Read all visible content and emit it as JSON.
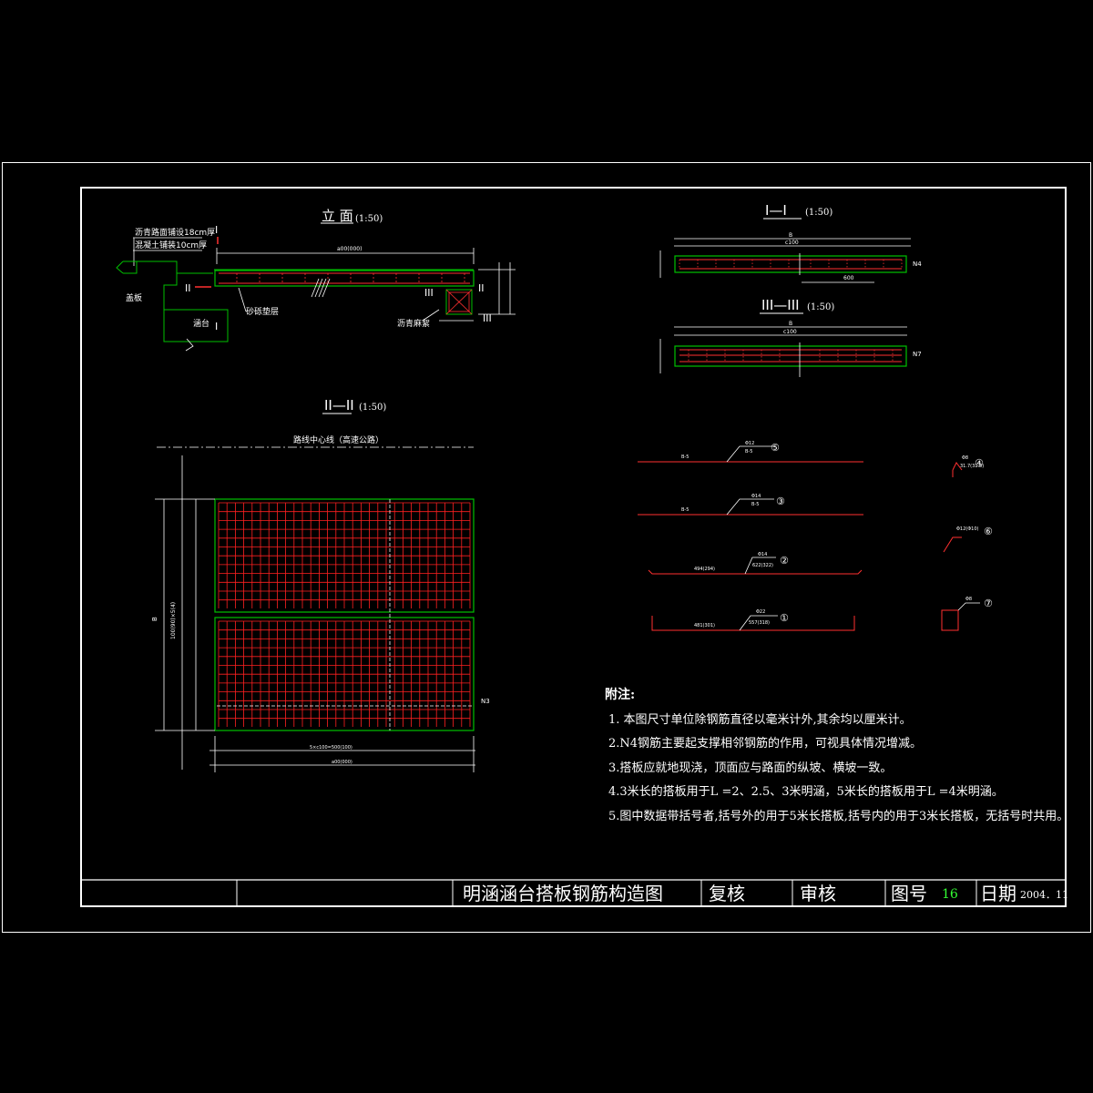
{
  "colors": {
    "background": "#000000",
    "frame": "#ffffff",
    "outline": "#00c000",
    "rebar": "#ff2020",
    "dim": "#ffffff",
    "sheet_no": "#33ff33"
  },
  "elevation": {
    "title": "立 面",
    "scale": "(1:50)",
    "label_layer1": "沥青路面铺设18cm厚",
    "label_layer2": "混凝土铺装10cm厚",
    "label_abutment_cap": "盖板",
    "label_abutment": "涵台",
    "label_section_I": "I",
    "label_section_II": "II",
    "label_section_III": "III",
    "label_gravel": "砂砾垫层",
    "label_asphalt": "沥青麻絮",
    "dim_top": "a00(000)"
  },
  "section_1": {
    "title": "I—I",
    "scale": "(1:50)",
    "dim_top": "B",
    "dim_inner": "c100",
    "dim_bot": "600",
    "tag": "N4"
  },
  "section_3": {
    "title": "III—III",
    "scale": "(1:50)",
    "dim_top": "B",
    "dim_inner": "c100",
    "tag": "N7"
  },
  "section_2": {
    "title": "II—II",
    "scale": "(1:50)",
    "centerline_label": "路线中心线（高速公路）",
    "dim_left": "B",
    "dim_left2": "100(90)×5(4)",
    "dim_bottom": "5×c100=500(100)",
    "dim_bottom_total": "a00(000)",
    "tag": "N3"
  },
  "bar_schedule": {
    "bar5": {
      "tag": "⑤",
      "len": "Φ12",
      "text": "B-5"
    },
    "bar3": {
      "tag": "③",
      "len": "Φ14",
      "text": "B-5"
    },
    "bar2": {
      "tag": "②",
      "len": "Φ14",
      "sub": "622(322)",
      "left": "494(294)"
    },
    "bar1": {
      "tag": "①",
      "len": "Φ22",
      "sub": "557(318)",
      "left": "481(301)"
    },
    "bar4": {
      "tag": "④",
      "len": "Φ8",
      "sub": "31.7(31.8)"
    },
    "bar6": {
      "tag": "⑥",
      "len": "Φ12(Φ10)"
    },
    "bar7": {
      "tag": "⑦",
      "len": "Φ8"
    }
  },
  "notes": {
    "heading": "附注:",
    "items": [
      "1. 本图尺寸单位除钢筋直径以毫米计外,其余均以厘米计。",
      "2.N4钢筋主要起支撑相邻钢筋的作用，可视具体情况增减。",
      "3.搭板应就地现浇，顶面应与路面的纵坡、横坡一致。",
      "4.3米长的搭板用于L =2、2.5、3米明涵，5米长的搭板用于L =4米明涵。",
      "5.图中数据带括号者,括号外的用于5米长搭板,括号内的用于3米长搭板，无括号时共用。"
    ]
  },
  "title_block": {
    "drawing_title": "明涵涵台搭板钢筋构造图",
    "review": "复核",
    "audit": "审核",
    "sheet_label": "图号",
    "sheet_no": "16",
    "date_label": "日期",
    "date": "2004．11"
  }
}
